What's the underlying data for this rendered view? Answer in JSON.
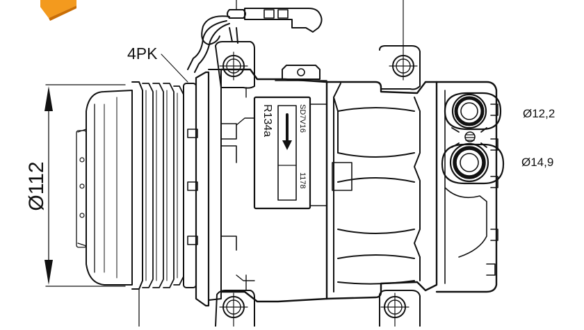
{
  "labels": {
    "belt_profile": "4PK",
    "pulley_diameter": "Ø112",
    "port_upper_diameter": "Ø12,2",
    "port_lower_diameter": "Ø14,9"
  },
  "plate": {
    "model": "SD7V16",
    "code": "1178",
    "refrigerant": "R134a"
  },
  "colors": {
    "line": "#111111",
    "background": "#ffffff",
    "badge": "#f39a1e"
  },
  "icons": [
    "arrow-down-icon",
    "mounting-hole-icon",
    "o-ring-icon",
    "connector-icon"
  ]
}
